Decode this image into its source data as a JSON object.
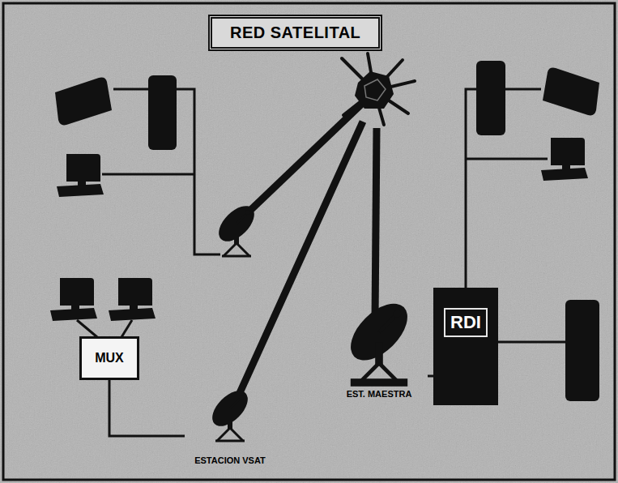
{
  "diagram": {
    "title": "RED SATELITAL",
    "nodes": [
      {
        "text": [
          "MUX"
        ]
      },
      {
        "text": [
          "ESTACION VSAT"
        ]
      },
      {
        "text": [
          "EST. MAESTRA"
        ]
      },
      {
        "text": [
          "RDI"
        ]
      }
    ],
    "edges": [
      {
        "from": 0,
        "to": 1,
        "arrow": "none"
      },
      {
        "from": 2,
        "to": 3,
        "arrow": "none"
      }
    ]
  }
}
